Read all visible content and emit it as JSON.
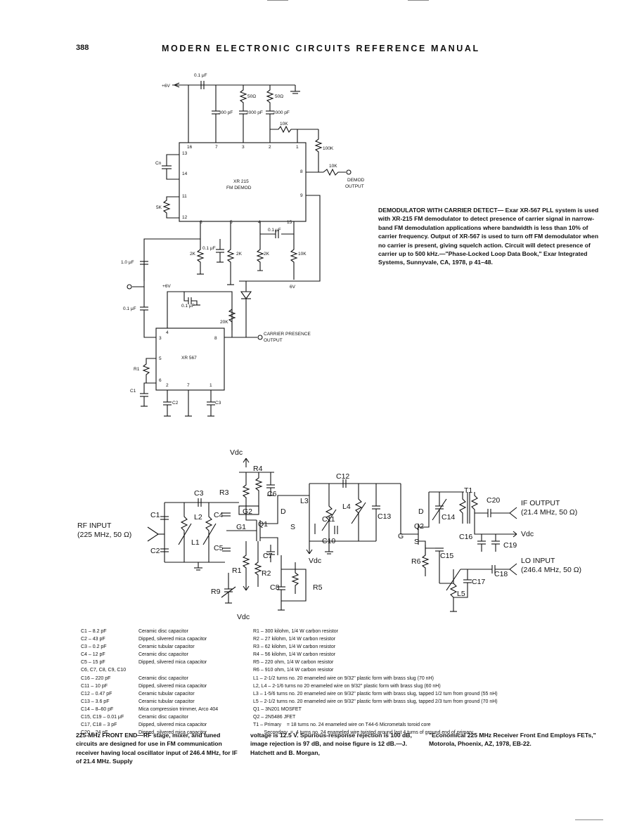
{
  "header": {
    "page_number": "388",
    "title": "MODERN ELECTRONIC CIRCUITS REFERENCE MANUAL"
  },
  "fig1": {
    "labels": {
      "plus6v": "+6V",
      "c_top": "0.1 μF",
      "r50a": "50Ω",
      "r50b": "50Ω",
      "c300": "300 pF",
      "c2000a": "2000 pF",
      "c2000b": "2000 pF",
      "r10k_top": "10K",
      "r100k": "100K",
      "r10k_out": "10K",
      "demod": "DEMOD",
      "output": "OUTPUT",
      "ic1_name": "XR 215",
      "ic1_sub": "FM DEMOD",
      "cn": "Cn",
      "r5k": "5K",
      "p16": "16",
      "p7": "7",
      "p3": "3",
      "p2": "2",
      "p1": "1",
      "p13": "13",
      "p14": "14",
      "p11": "11",
      "p12": "12",
      "p8": "8",
      "p9": "9",
      "p6": "6",
      "p5": "5",
      "p4": "4",
      "p15": "15",
      "c01b": "0.1 μF",
      "c01c": "0.1 μF",
      "r2ka": "2K",
      "r2kb": "2K",
      "r2kc": "2K",
      "r10kb": "10K",
      "c10": "1.0 μF",
      "c01d": "0.1 μF",
      "minus6v_a": "6V",
      "plus6v_b": "+6V",
      "c01e": "0.1 μF",
      "r20k": "20K",
      "carrier": "CARRIER PRESENCE",
      "carrier_out": "OUTPUT",
      "ic2_name": "XR 567",
      "q4": "4",
      "q3": "3",
      "q8": "8",
      "q5": "5",
      "q6": "6",
      "q2": "2",
      "q7": "7",
      "q1": "1",
      "r1": "R1",
      "c1": "C1",
      "c2": "C2",
      "c3": "C3"
    },
    "caption_title": "DEMODULATOR WITH CARRIER DETECT—",
    "caption_body": "Exar XR-567 PLL system is used with XR-215 FM demodulator to detect presence of carrier signal in narrow-band FM demodulation applications where bandwidth is less than 10% of carrier frequency. Output of XR-567 is used to turn off FM demodulator when no carrier is present, giving squelch action. Circuit will detect presence of carrier up to 500 kHz.—\"Phase-Locked Loop Data Book,\" Exar Integrated Systems, Sunnyvale, CA, 1978, p 41–48."
  },
  "fig2": {
    "labels": {
      "vdc_top": "Vdc",
      "r4": "R4",
      "r3": "R3",
      "c6": "C6",
      "c3": "C3",
      "c4": "C4",
      "c1": "C1",
      "l2": "L2",
      "g2": "G2",
      "d1": "D",
      "g1": "G1",
      "q1": "Q1",
      "s1": "S",
      "l1": "L1",
      "c5": "C5",
      "c2": "C2",
      "rf_in": "RF INPUT",
      "rf_in2": "(225 MHz, 50 Ω)",
      "c7": "C7",
      "r1": "R1",
      "r2": "R2",
      "c8": "C8",
      "r5": "R5",
      "r9": "R9",
      "vdc_bot": "Vdc",
      "vdc_mid": "Vdc",
      "c12": "C12",
      "l3": "L3",
      "l4": "L4",
      "c11": "C11",
      "c13": "C13",
      "c10": "C10",
      "g": "G",
      "d2": "D",
      "q2": "Q2",
      "s2": "S",
      "r6": "R6",
      "t1": "T1",
      "c20": "C20",
      "c14": "C14",
      "c16": "C16",
      "c19": "C19",
      "c15": "C15",
      "c18": "C18",
      "c17": "C17",
      "l5": "L5",
      "vdc_r": "Vdc",
      "if_out": "IF OUTPUT",
      "if_out2": "(21.4 MHz, 50 Ω)",
      "lo_in": "LO INPUT",
      "lo_in2": "(246.4 MHz, 50 Ω)"
    }
  },
  "parts_left": [
    [
      "C1 – 8.2 pF",
      "Ceramic disc capacitor"
    ],
    [
      "C2 – 43 pF",
      "Dipped, silvered mica capacitor"
    ],
    [
      "C3 – 0.2 pF",
      "Ceramic tubular capacitor"
    ],
    [
      "C4 – 12 pF",
      "Ceramic disc capacitor"
    ],
    [
      "C5 – 15 pF",
      "Dipped, silvered mica capacitor"
    ],
    [
      "C6, C7, C8, C9, C10",
      ""
    ],
    [
      "      C16 – 220 pF",
      "Ceramic disc capacitor"
    ],
    [
      "C11 – 10 pF",
      "Dipped, silvered mica capacitor"
    ],
    [
      "C12 – 0.47 pF",
      "Ceramic tubular capacitor"
    ],
    [
      "C13 – 3.6 pF",
      "Ceramic tubular capacitor"
    ],
    [
      "C14 – 8–60 pF",
      "Mica compression trimmer, Arco 404"
    ],
    [
      "C15, C19 – 0.01 μF",
      "Ceramic disc capacitor"
    ],
    [
      "C17, C18 – 3 pF",
      "Dipped, silvered mica capacitor"
    ],
    [
      "C20 – 24 pF",
      "Dipped, silvered mica capacitor"
    ]
  ],
  "parts_right": [
    "R1 – 300 kilohm, 1/4 W carbon resistor",
    "R2 – 27 kilohm, 1/4 W carbon resistor",
    "R3 – 62 kilohm, 1/4 W carbon resistor",
    "R4 – 56 kilohm, 1/4 W carbon resistor",
    "R5 – 220 ohm, 1/4 W carbon resistor",
    "R6 – 910 ohm, 1/4 W carbon resistor",
    "L1 – 2-1/2 turns no. 20 enameled wire on 9/32\" plastic form with brass slug (70 nH)",
    "L2, L4 – 2-1/6 turns no 20 enameled wire on 9/32\" plastic form with brass slug (60 nH)",
    "L3 – 1-5/6 turns no. 20 enameled wire on 9/32\" plastic form with brass slug, tapped 1/2 turn from ground (55 nH)",
    "L5 – 2-1/2 turns no. 20 enameled wire on 9/32\" plastic form with brass slug, tapped 2/3 turn from ground (70 nH)",
    "Q1 – 3N201 MOSFET",
    "Q2 – 2N5486 JFET",
    "T1 – Primary    = 18 turns no. 24 enameled wire on T44-6 Micrometals toroid core",
    "        Secondary  =  4 turns no. 24 enameled wire twisted around last 4 turns of ground end of primary"
  ],
  "caption2": {
    "col1_title": "225-MHz FRONT END—",
    "col1": "RF stage, mixer, and tuned circuits are designed for use in FM communication receiver having local oscillator input of 246.4 MHz, for IF of 21.4 MHz. Supply",
    "col2": "voltage is 12.5 V. Spurious-response rejection is 100 dB, image rejection is 97 dB, and noise figure is 12 dB.—J. Hatchett and B. Morgan,",
    "col3": "\"Economical 225 MHz Receiver Front End Employs FETs,\" Motorola, Phoenix, AZ, 1978, EB-22."
  }
}
